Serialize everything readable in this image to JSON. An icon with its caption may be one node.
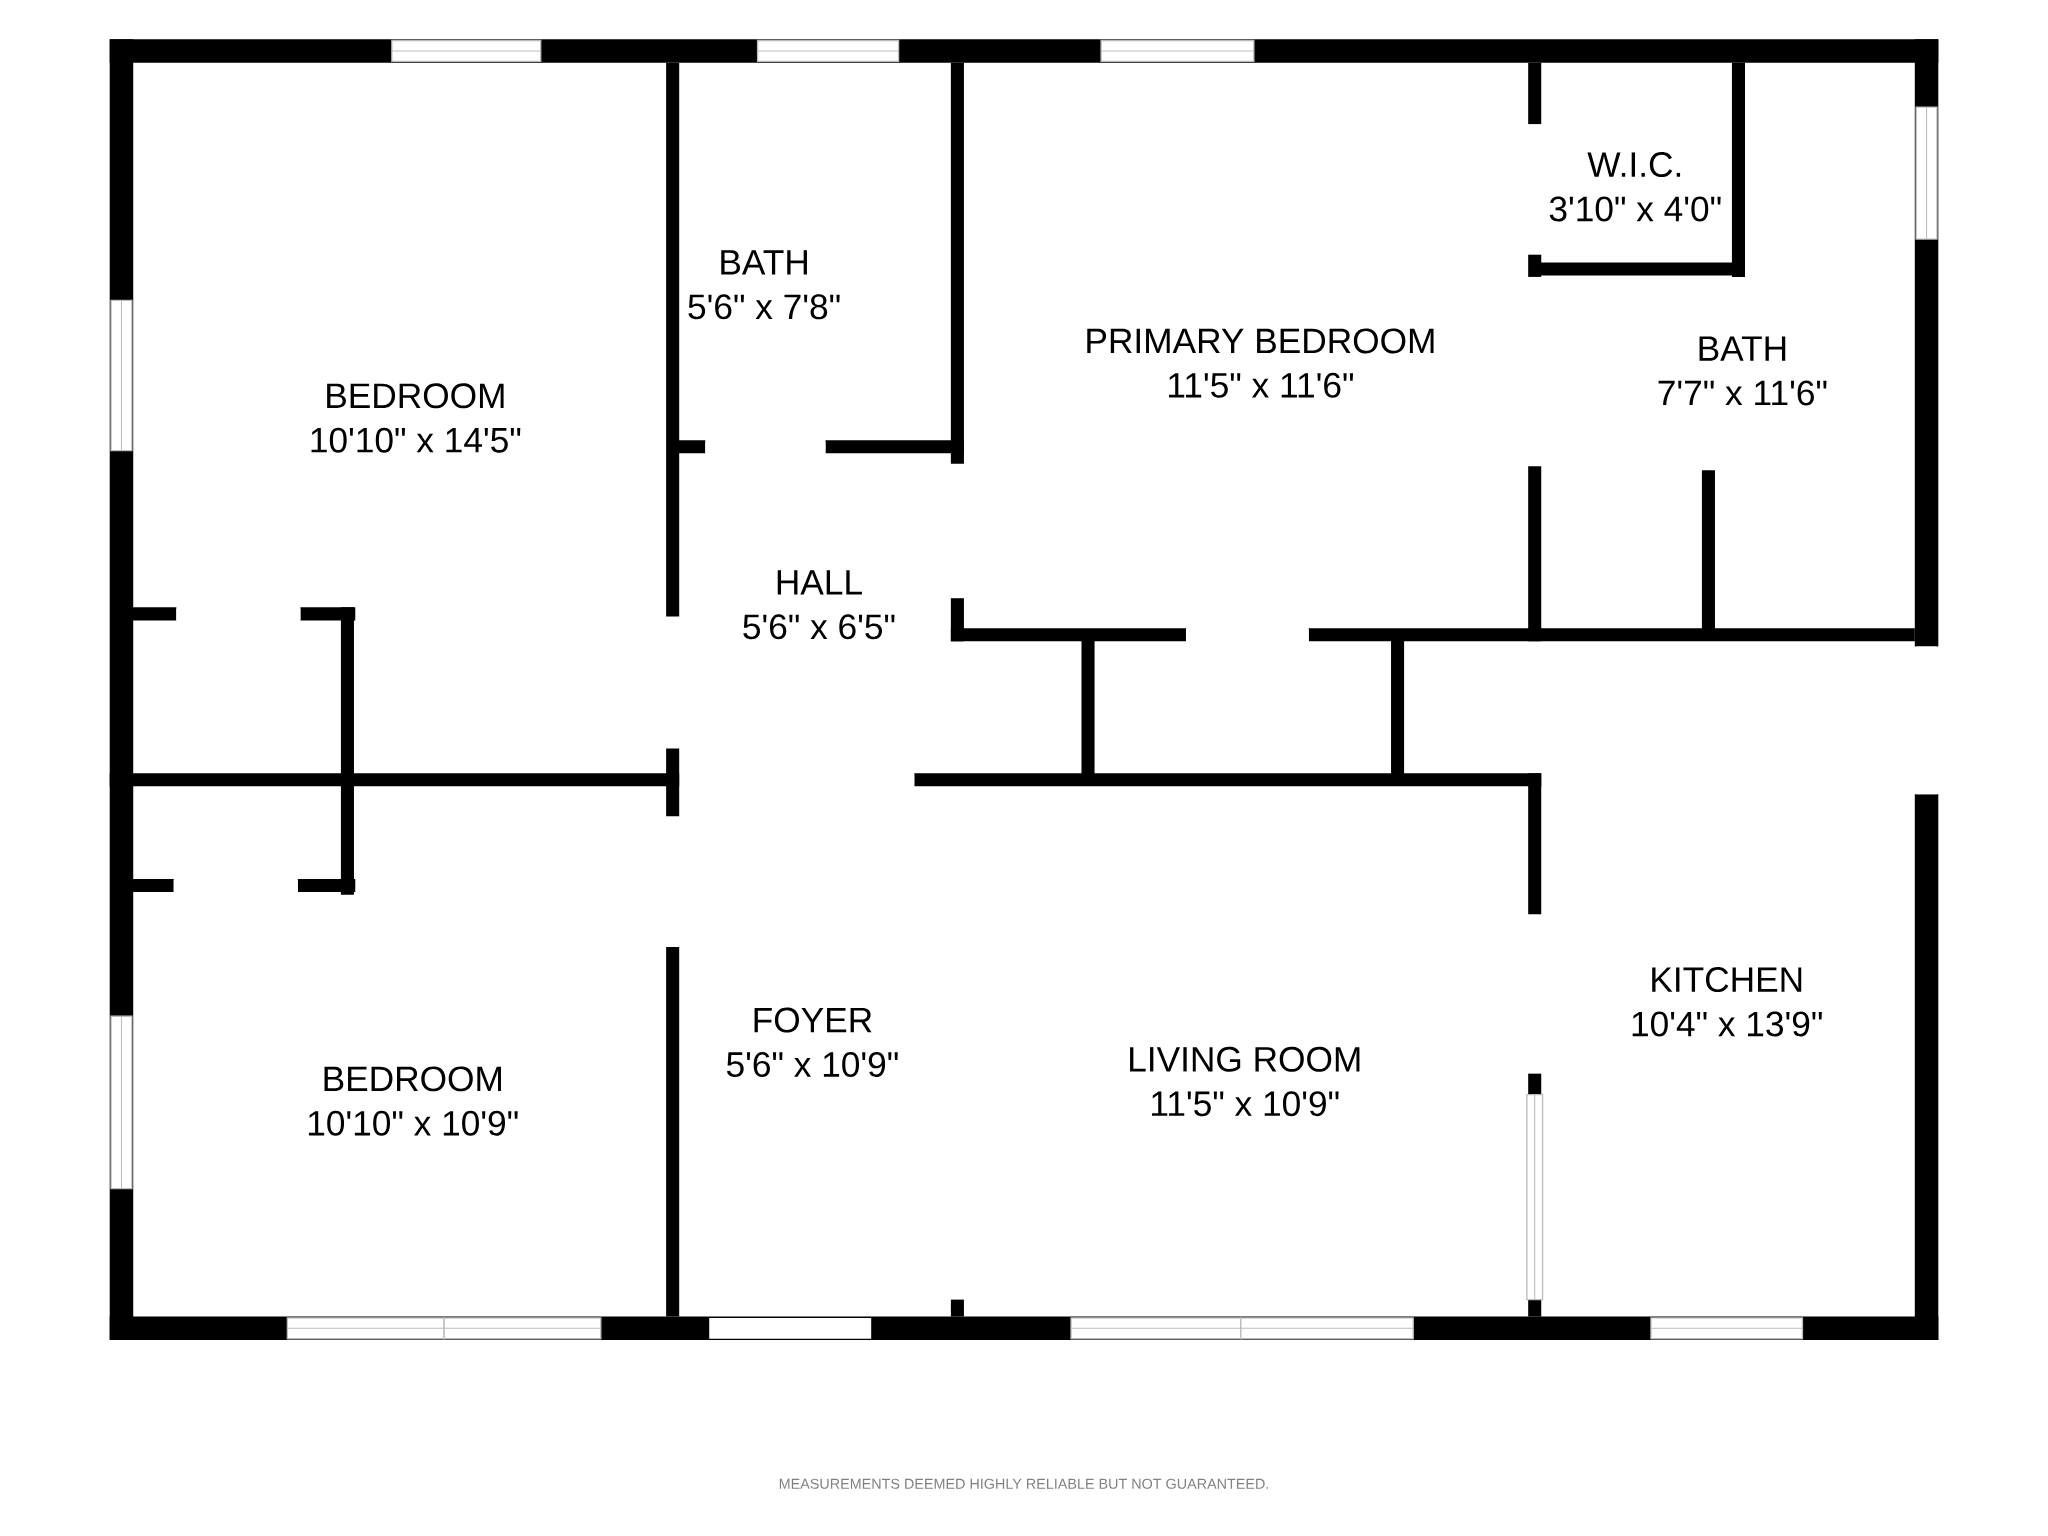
{
  "diagram": {
    "nodes": [
      {
        "text": [
          "BEDROOM",
          "10'10\" x 14'5\""
        ]
      },
      {
        "text": [
          "BATH",
          "5'6\" x 7'8\""
        ]
      },
      {
        "text": [
          "PRIMARY BEDROOM",
          "11'5\" x 11'6\""
        ]
      },
      {
        "text": [
          "W.I.C.",
          "3'10\" x 4'0\""
        ]
      },
      {
        "text": [
          "BATH",
          "7'7\" x 11'6\""
        ]
      },
      {
        "text": [
          "HALL",
          "5'6\" x 6'5\""
        ]
      },
      {
        "text": [
          "KITCHEN",
          "10'4\" x 13'9\""
        ]
      },
      {
        "text": [
          "FOYER",
          "5'6\" x 10'9\""
        ]
      },
      {
        "text": [
          "LIVING ROOM",
          "11'5\" x 10'9\""
        ]
      },
      {
        "text": [
          "BEDROOM",
          "10'10\" x 10'9\""
        ]
      }
    ],
    "caption": "MEASUREMENTS DEEMED HIGHLY RELIABLE BUT NOT GUARANTEED."
  }
}
